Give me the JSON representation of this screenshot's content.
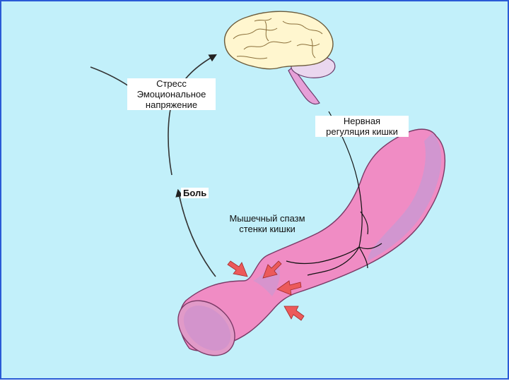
{
  "labels": {
    "stress": [
      "Стресс",
      "Эмоциональное",
      "напряжение"
    ],
    "nerve": [
      "Нервная",
      "регуляция кишки"
    ],
    "pain": "Боль",
    "spasm": [
      "Мышечный спазм",
      "стенки кишки"
    ]
  },
  "colors": {
    "background": "#c2f0fa",
    "border": "#2a5bd6",
    "intestine": "#f08cc4",
    "intestine_shade": "#c79ad4",
    "brain": "#fff6cf",
    "brainstem": "#e6a0d8",
    "arrows": "#ec5a5a"
  }
}
